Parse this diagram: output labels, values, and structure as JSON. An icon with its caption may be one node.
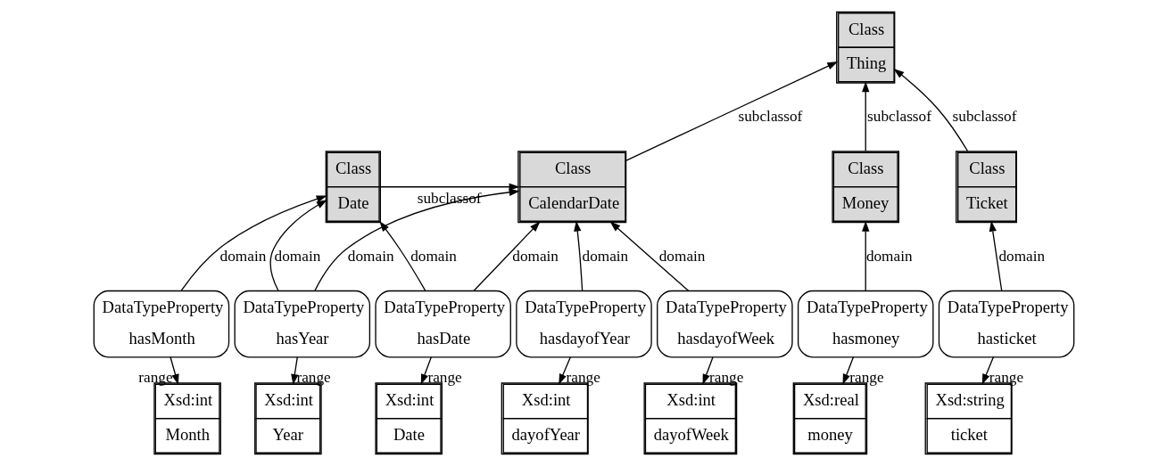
{
  "diagram": {
    "nodes": [
      {
        "text": [
          "Class",
          "Thing"
        ]
      },
      {
        "text": [
          "Class",
          "Date"
        ]
      },
      {
        "text": [
          "Class",
          "CalendarDate"
        ]
      },
      {
        "text": [
          "Class",
          "Money"
        ]
      },
      {
        "text": [
          "Class",
          "Ticket"
        ]
      },
      {
        "text": [
          "DataTypeProperty",
          "hasDate"
        ]
      },
      {
        "text": [
          "DataTypeProperty",
          "hasMonth"
        ]
      },
      {
        "text": [
          "DataTypeProperty",
          "hasYear"
        ]
      },
      {
        "text": [
          "DataTypeProperty",
          "hasdayofYear"
        ]
      },
      {
        "text": [
          "DataTypeProperty",
          "hasdayofWeek"
        ]
      },
      {
        "text": [
          "DataTypeProperty",
          "hasmoney"
        ]
      },
      {
        "text": [
          "DataTypeProperty",
          "hasticket"
        ]
      },
      {
        "text": [
          "Xsd:int",
          "Date"
        ]
      },
      {
        "text": [
          "Xsd:int",
          "Month"
        ]
      },
      {
        "text": [
          "Xsd:int",
          "Year"
        ]
      },
      {
        "text": [
          "Xsd:int",
          "dayofYear"
        ]
      },
      {
        "text": [
          "Xsd:int",
          "dayofWeek"
        ]
      },
      {
        "text": [
          "Xsd:real",
          "money"
        ]
      },
      {
        "text": [
          "Xsd:string",
          "ticket"
        ]
      }
    ],
    "edges": [
      {
        "from": 2,
        "to": 0,
        "arrow": "to",
        "label": "subclassof"
      },
      {
        "from": 4,
        "to": 0,
        "arrow": "to",
        "label": "subclassof"
      },
      {
        "from": 3,
        "to": 0,
        "arrow": "to",
        "label": "subclassof"
      },
      {
        "from": 1,
        "to": 2,
        "arrow": "to",
        "label": "subclassof"
      },
      {
        "from": 5,
        "to": 1,
        "arrow": "to",
        "label": "domain"
      },
      {
        "from": 5,
        "to": 2,
        "arrow": "to",
        "label": "domain"
      },
      {
        "from": 6,
        "to": 1,
        "arrow": "to",
        "label": "domain"
      },
      {
        "from": 7,
        "to": 1,
        "arrow": "to",
        "label": "domain"
      },
      {
        "from": 7,
        "to": 2,
        "arrow": "to",
        "label": "domain"
      },
      {
        "from": 8,
        "to": 2,
        "arrow": "to",
        "label": "domain"
      },
      {
        "from": 9,
        "to": 2,
        "arrow": "to",
        "label": "domain"
      },
      {
        "from": 10,
        "to": 3,
        "arrow": "to",
        "label": "domain"
      },
      {
        "from": 11,
        "to": 4,
        "arrow": "to",
        "label": "domain"
      },
      {
        "from": 5,
        "to": 12,
        "arrow": "to",
        "label": "range"
      },
      {
        "from": 6,
        "to": 13,
        "arrow": "to",
        "label": "range"
      },
      {
        "from": 7,
        "to": 14,
        "arrow": "to",
        "label": "range"
      },
      {
        "from": 8,
        "to": 15,
        "arrow": "to",
        "label": "range"
      },
      {
        "from": 9,
        "to": 16,
        "arrow": "to",
        "label": "range"
      },
      {
        "from": 10,
        "to": 17,
        "arrow": "to",
        "label": "range"
      },
      {
        "from": 11,
        "to": 18,
        "arrow": "to",
        "label": "range"
      }
    ]
  }
}
